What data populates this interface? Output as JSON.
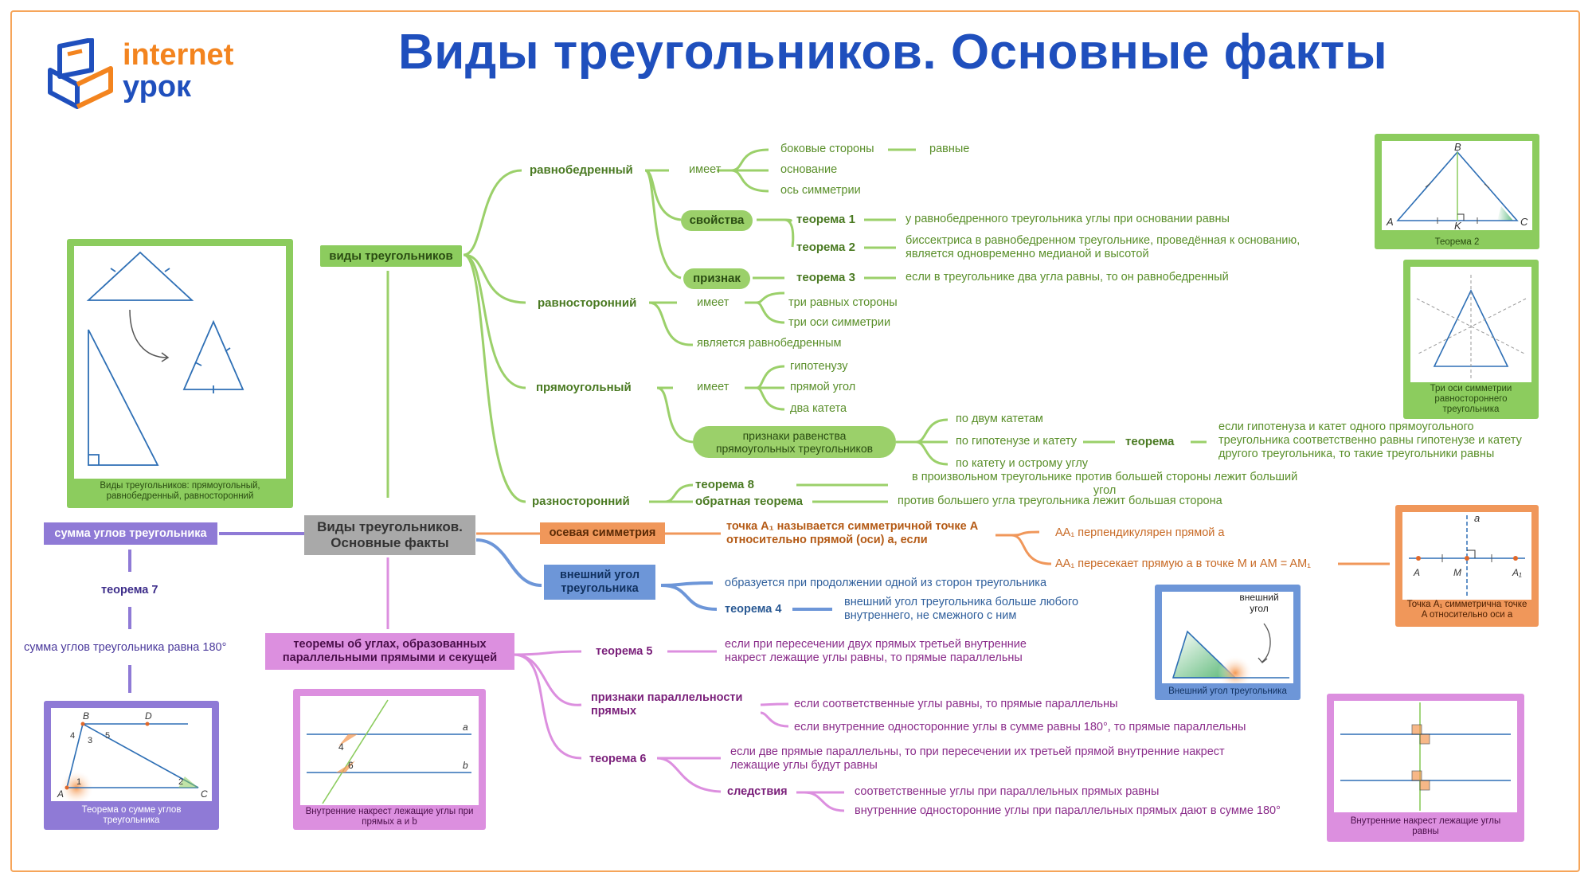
{
  "header": {
    "logo_line1": "internet",
    "logo_line2": "урок",
    "title": "Виды треугольников. Основные факты"
  },
  "center": {
    "label": "Виды треугольников.\nОсновные факты"
  },
  "types": {
    "label": "виды треугольников",
    "isosceles": {
      "label": "равнобедренный",
      "has": "имеет",
      "items": [
        "боковые стороны",
        "основание",
        "ось симметрии"
      ],
      "equal": "равные",
      "properties_label": "свойства",
      "theorem1_label": "теорема 1",
      "theorem1_text": "у равнобедренного треугольника углы при основании равны",
      "theorem2_label": "теорема 2",
      "theorem2_text": "биссектриса в равнобедренном треугольнике, проведённая к основанию,\nявляется одновременно медианой и высотой",
      "sign_label": "признак",
      "theorem3_label": "теорема 3",
      "theorem3_text": "если в треугольнике два угла равны, то он равнобедренный"
    },
    "equilateral": {
      "label": "равносторонний",
      "has": "имеет",
      "items": [
        "три равных стороны",
        "три оси симметрии"
      ],
      "is_isosceles": "является равнобедренным"
    },
    "right": {
      "label": "прямоугольный",
      "has": "имеет",
      "items": [
        "гипотенузу",
        "прямой угол",
        "два катета"
      ],
      "congruence_label": "признаки равенства\nпрямоугольных треугольников",
      "congruence_items": [
        "по двум катетам",
        "по гипотенузе и катету",
        "по катету и острому углу"
      ],
      "theorem_label": "теорема",
      "theorem_text": "если гипотенуза и катет одного прямоугольного\nтреугольника соответственно равны гипотенузе и катету\nдругого треугольника, то такие треугольники равны"
    },
    "scalene": {
      "label": "разносторонний",
      "theorem8_label": "теорема 8",
      "theorem8_text": "в произвольном треугольнике против большей стороны лежит больший\nугол",
      "converse_label": "обратная теорема",
      "converse_text": "против большего угла треугольника лежит большая сторона"
    }
  },
  "axial": {
    "label": "осевая симметрия",
    "definition": "точка A₁ называется симметричной точке A\nотносительно прямой (оси) a, если",
    "items": [
      "AA₁ перпендикулярен прямой a",
      "AA₁ пересекает прямую a в точке M и AM = AM₁"
    ]
  },
  "exterior": {
    "label": "внешний угол\nтреугольника",
    "definition": "образуется при продолжении одной из сторон треугольника",
    "theorem4_label": "теорема 4",
    "theorem4_text": "внешний угол треугольника больше любого\nвнутреннего, не смежного с ним"
  },
  "parallel": {
    "label": "теоремы об углах, образованных\nпараллельными прямыми и секущей",
    "theorem5_label": "теорема 5",
    "theorem5_text": "если при пересечении двух прямых третьей внутренние\nнакрест лежащие углы равны, то прямые параллельны",
    "signs_label": "признаки параллельности\nпрямых",
    "signs_items": [
      "если соответственные углы равны, то прямые параллельны",
      "если внутренние односторонние углы в сумме равны 180°, то прямые параллельны"
    ],
    "theorem6_label": "теорема 6",
    "theorem6_text": "если две прямые параллельны, то при пересечении их третьей прямой внутренние накрест\nлежащие углы будут равны",
    "corollaries_label": "следствия",
    "corollaries_items": [
      "соответственные углы при параллельных прямых равны",
      "внутренние односторонние углы при параллельных прямых дают в сумме 180°"
    ]
  },
  "angle_sum": {
    "label": "сумма углов треугольника",
    "theorem7_label": "теорема 7",
    "theorem7_text": "сумма углов треугольника равна 180°"
  },
  "cards": {
    "types_caption": "Виды треугольников: прямоугольный,\nравнобедренный, равносторонний",
    "theorem2_caption": "Теорема 2",
    "theorem2_points": {
      "B": "B",
      "A": "A",
      "K": "K",
      "C": "C"
    },
    "symmetry_caption": "Три оси симметрии\nравностороннего\nтреугольника",
    "axial_caption": "Точка A₁ симметрична точке\nA относительно оси a",
    "axial_points": {
      "a": "a",
      "A": "A",
      "M": "M",
      "A1": "A₁"
    },
    "exterior_caption": "Внешний угол треугольника",
    "exterior_label": "внешний\nугол",
    "sum_caption": "Теорема о сумме углов\nтреугольника",
    "sum_points": {
      "B": "B",
      "D": "D",
      "A": "A",
      "C": "C",
      "n1": "1",
      "n2": "2",
      "n3": "3",
      "n4": "4",
      "n5": "5"
    },
    "transversal_caption": "Внутренние накрест лежащие углы при\nпрямых a и b",
    "transversal_points": {
      "a": "a",
      "b": "b",
      "n4": "4",
      "n6": "6"
    },
    "angles_caption": "Внутренние накрест лежащие углы\nравны"
  },
  "colors": {
    "green": "#8ccc5e",
    "orange": "#f0975a",
    "blue": "#6d96d8",
    "violet": "#8f7ad6",
    "pink": "#dc8fdf",
    "gray": "#a9a9a9",
    "title": "#1f4fbd"
  }
}
